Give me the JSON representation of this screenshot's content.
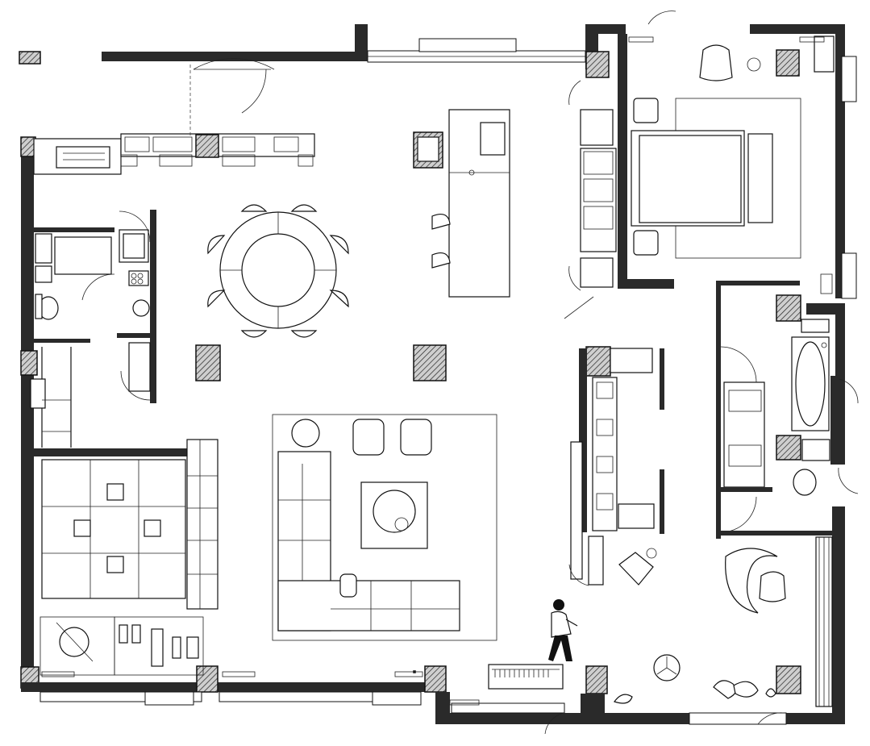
{
  "plan": {
    "colors": {
      "wall": "#2a2a2a",
      "line": "#111111",
      "background": "#ffffff"
    },
    "icons": [
      "column-hatch",
      "round-dining-table",
      "sectional-sofa",
      "double-bed",
      "bathtub",
      "toilet",
      "washbasin",
      "piano-keyboard",
      "ceiling-fan",
      "person-figure"
    ]
  }
}
